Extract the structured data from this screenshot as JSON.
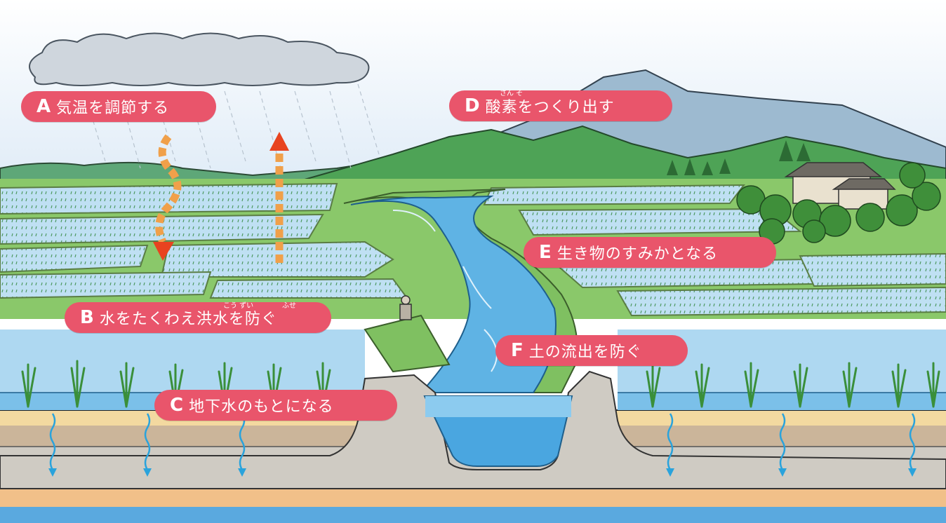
{
  "labels": {
    "a": {
      "letter": "A",
      "text": "気温を調節する"
    },
    "b": {
      "letter": "B",
      "text": "水をたくわえ洪水を防ぐ",
      "ruby_kozui": "こう ずい",
      "ruby_fuse": "ふせ"
    },
    "c": {
      "letter": "C",
      "text": "地下水のもとになる"
    },
    "d": {
      "letter": "D",
      "text": "酸素をつくり出す",
      "ruby_sanso": "さん そ"
    },
    "e": {
      "letter": "E",
      "text": "生き物のすみかとなる"
    },
    "f": {
      "letter": "F",
      "text": "土の流出を防ぐ"
    }
  },
  "colors": {
    "label_bg": "#e9556b",
    "sky": "#eef4fb",
    "water": "#bfe2f5",
    "river": "#5fb3e4",
    "grass": "#6fbf58",
    "soil": "#c9c3b6",
    "sand": "#f3d9a0",
    "arrow_up": "#e8431f",
    "arrow_down": "#f0a04a",
    "drip": "#2aa3dc"
  }
}
